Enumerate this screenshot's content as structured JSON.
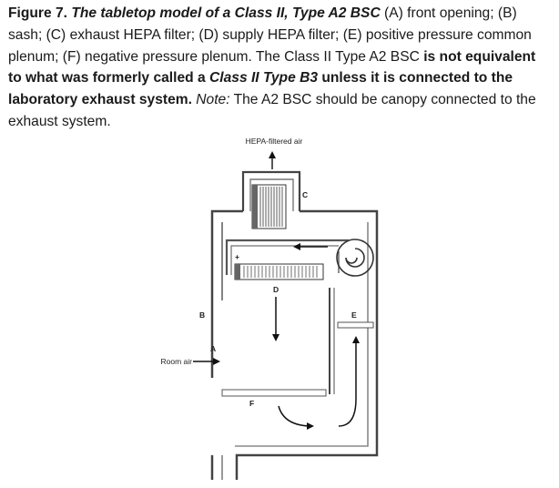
{
  "caption": {
    "figure_label": "Figure 7.",
    "title": "The tabletop model of a Class II, Type A2 BSC",
    "part1": " (A) front opening; (B) sash; (C) exhaust HEPA filter; (D) supply HEPA filter; (E) positive pressure common plenum; (F) negative pressure plenum. The Class II Type A2 BSC ",
    "bold1": "is not equivalent to what was formerly called a ",
    "bold_italic": "Class II Type B3",
    "bold2": " unless it is connected to the laboratory exhaust system.",
    "note_label": " Note:",
    "note_text": " The A2 BSC should be canopy connected to the exhaust system."
  },
  "diagram": {
    "top_label": "HEPA-filtered air",
    "room_air_label": "Room air",
    "labels": {
      "A": "A",
      "B": "B",
      "C": "C",
      "D": "D",
      "E": "E",
      "F": "F"
    },
    "plus_sign": "+"
  }
}
